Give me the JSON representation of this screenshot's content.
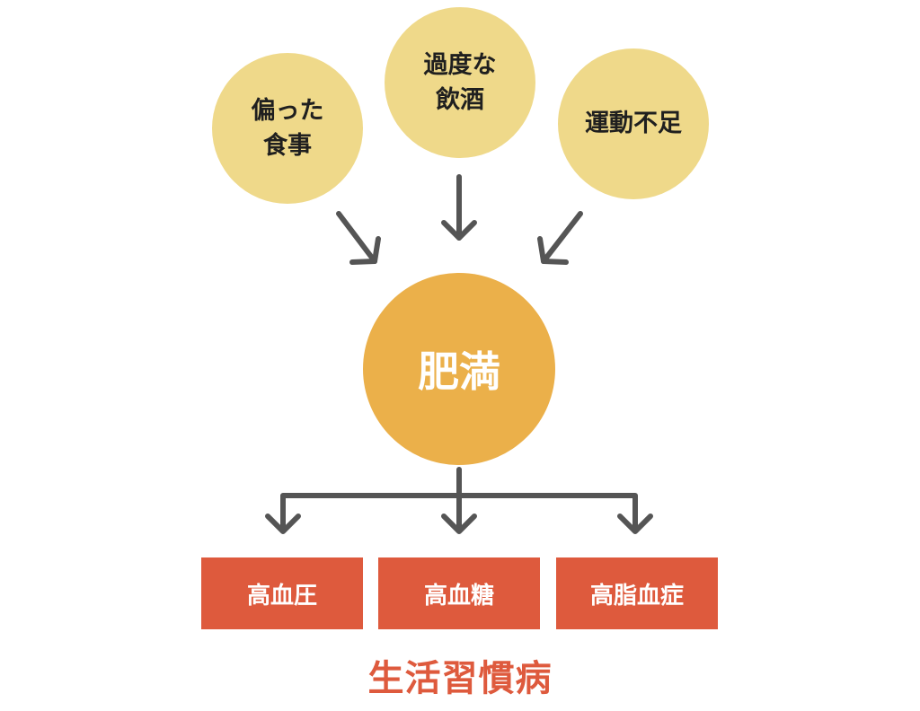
{
  "causes": [
    {
      "line1": "偏った",
      "line2": "食事"
    },
    {
      "line1": "過度な",
      "line2": "飲酒"
    },
    {
      "line1": "運動不足",
      "line2": ""
    }
  ],
  "center": {
    "label": "肥満"
  },
  "diseases": [
    {
      "label": "高血圧"
    },
    {
      "label": "高血糖"
    },
    {
      "label": "高脂血症"
    }
  ],
  "footer": {
    "label": "生活習慣病"
  },
  "colors": {
    "cause_fill": "#efd98a",
    "center_fill": "#ebb04a",
    "disease_fill": "#de5a3d",
    "arrow": "#555555",
    "footer_text": "#de5a3d"
  }
}
